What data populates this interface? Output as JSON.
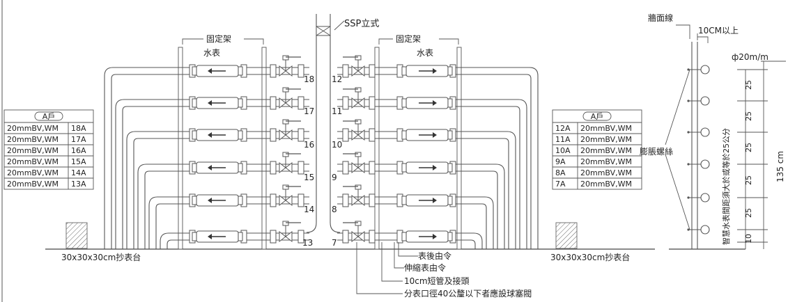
{
  "labels": {
    "ssp": "SSP立式",
    "bracket": "固定架",
    "meter": "水表",
    "wall_line": "牆面線",
    "clearance": "10CM以上",
    "pipe_dia": "ф20m/m",
    "anchor_bolt": "膨脹螺絲",
    "total_height": "135 cm",
    "spacing_note": "智慧水表間距須大於或等於25公分",
    "read_platform": "30x30x30cm抄表台",
    "callout_after_meter": "表後由令",
    "callout_flex": "伸縮表由令",
    "callout_nipple": "10cm短管及接頭",
    "callout_ball_valve": "分表口徑40公釐以下者應設球塞閥"
  },
  "left_branch_numbers": [
    "18",
    "17",
    "16",
    "15",
    "14",
    "13"
  ],
  "right_branch_numbers": [
    "12",
    "11",
    "10",
    "9",
    "8",
    "7"
  ],
  "side_spacings": [
    "25",
    "25",
    "25",
    "25",
    "25",
    "10"
  ],
  "left_table": {
    "title": "A戶",
    "rows": [
      {
        "spec": "20mmBV,WM",
        "unit": "18A"
      },
      {
        "spec": "20mmBV,WM",
        "unit": "17A"
      },
      {
        "spec": "20mmBV,WM",
        "unit": "16A"
      },
      {
        "spec": "20mmBV,WM",
        "unit": "15A"
      },
      {
        "spec": "20mmBV,WM",
        "unit": "14A"
      },
      {
        "spec": "20mmBV,WM",
        "unit": "13A"
      }
    ]
  },
  "right_table": {
    "title": "A戶",
    "rows": [
      {
        "unit": "12A",
        "spec": "20mmBV,WM"
      },
      {
        "unit": "11A",
        "spec": "20mmBV,WM"
      },
      {
        "unit": "10A",
        "spec": "20mmBV,WM"
      },
      {
        "unit": "9A",
        "spec": "20mmBV,WM"
      },
      {
        "unit": "8A",
        "spec": "20mmBV,WM"
      },
      {
        "unit": "7A",
        "spec": "20mmBV,WM"
      }
    ]
  },
  "colors": {
    "line": "#555555",
    "text": "#222222",
    "paper": "#ffffff"
  }
}
